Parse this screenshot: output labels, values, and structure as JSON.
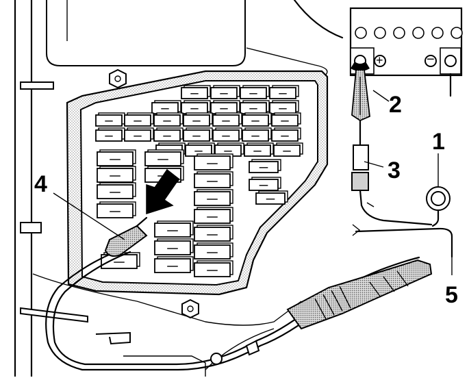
{
  "callouts": [
    {
      "id": "1",
      "label": "1"
    },
    {
      "id": "2",
      "label": "2"
    },
    {
      "id": "3",
      "label": "3"
    },
    {
      "id": "4",
      "label": "4"
    },
    {
      "id": "5",
      "label": "5"
    }
  ],
  "battery": {
    "plus": "+",
    "minus": "−"
  }
}
